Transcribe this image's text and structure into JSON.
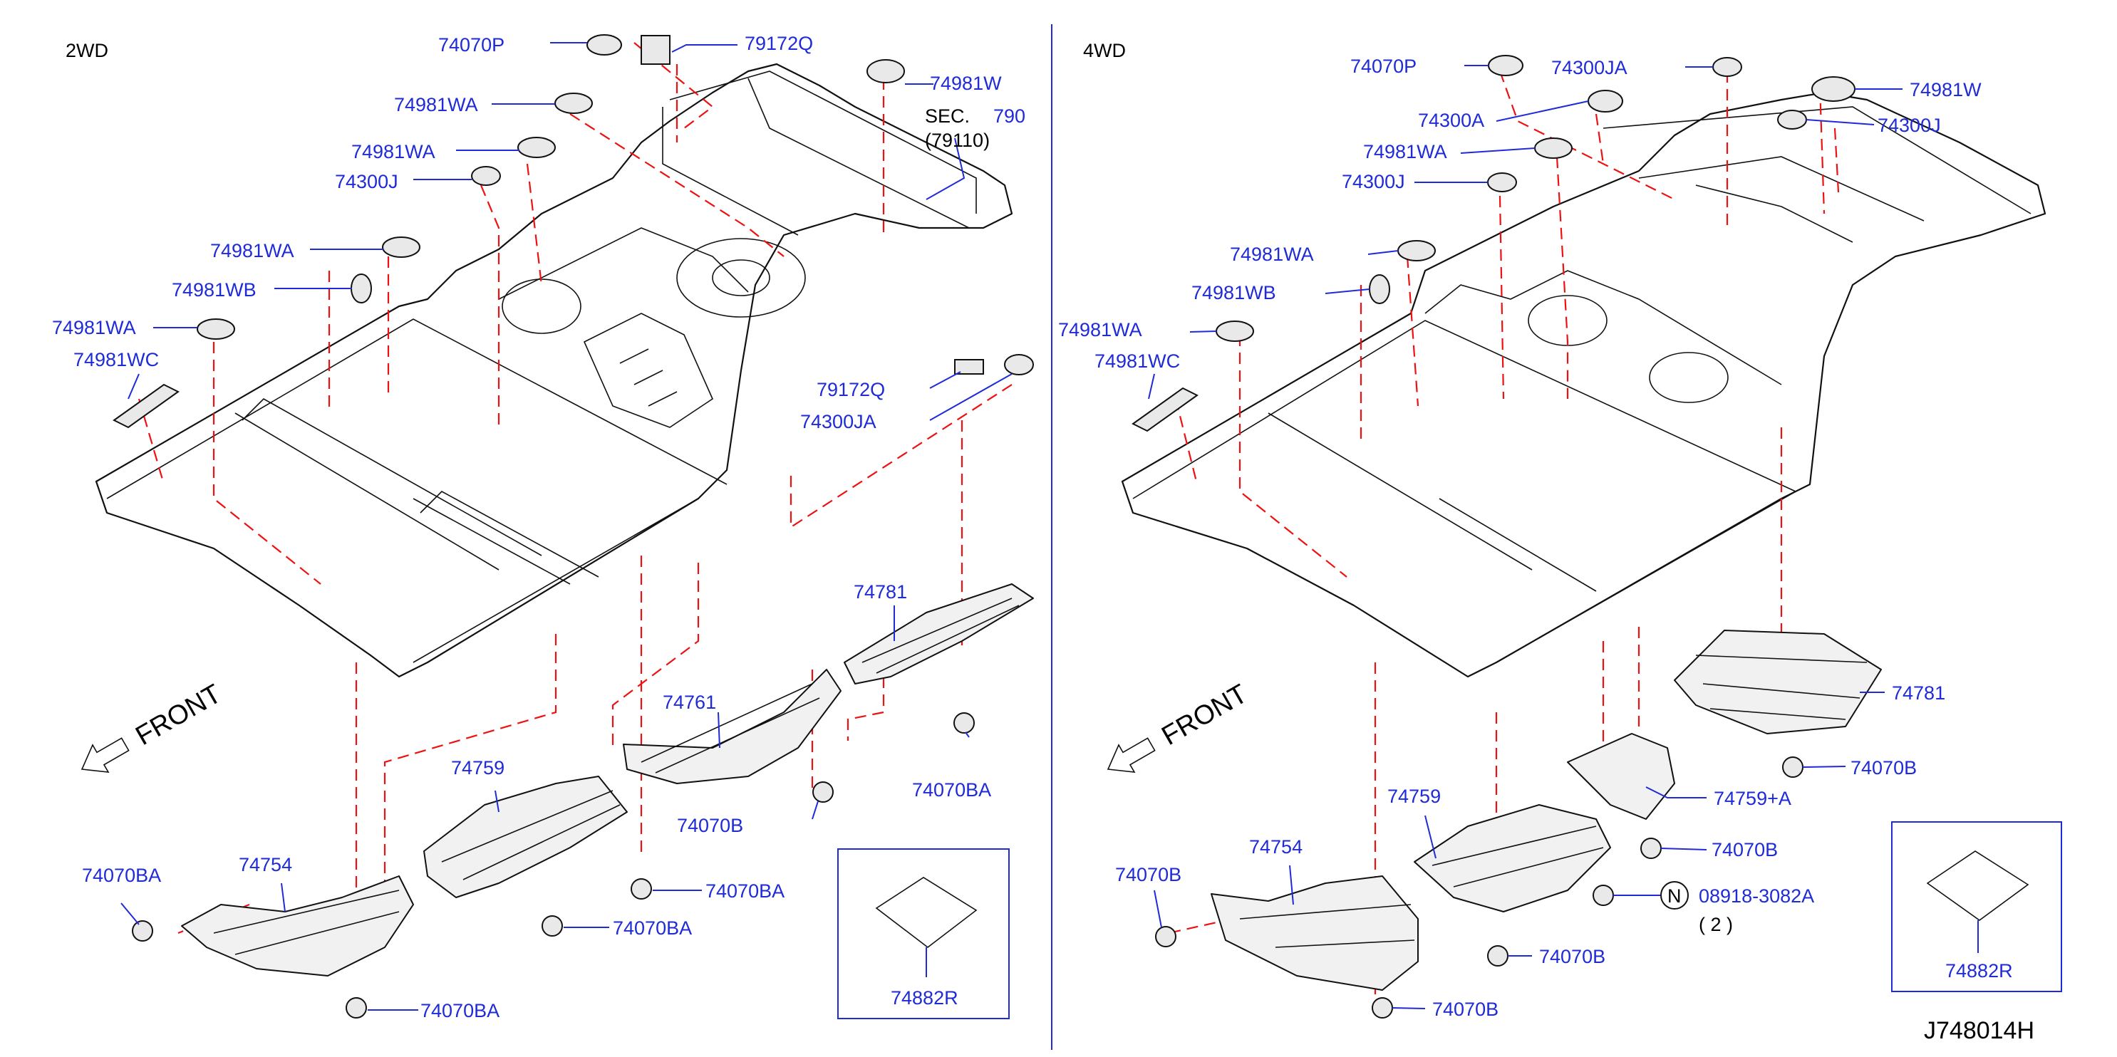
{
  "sections": {
    "left": {
      "title": "2WD",
      "labels": {
        "p74070P": "74070P",
        "p79172Q_top": "79172Q",
        "p74981W": "74981W",
        "p74981WA_1": "74981WA",
        "p74981WA_2": "74981WA",
        "p74300J": "74300J",
        "p74981WA_3": "74981WA",
        "p74981WB": "74981WB",
        "p74981WA_4": "74981WA",
        "p74981WC": "74981WC",
        "p79172Q_bot": "79172Q",
        "p74300JA": "74300JA",
        "p74781": "74781",
        "p74761": "74761",
        "p74759": "74759",
        "p74754": "74754",
        "p74070BA_1": "74070BA",
        "p74070BA_2": "74070BA",
        "p74070BA_3": "74070BA",
        "p74070BA_4": "74070BA",
        "p74070BA_5": "74070BA",
        "p74070B": "74070B",
        "p74882R": "74882R"
      },
      "sec_ref": {
        "prefix": "SEC.",
        "number": "790",
        "sub": "(79110)"
      },
      "front_label": "FRONT"
    },
    "right": {
      "title": "4WD",
      "labels": {
        "p74070P": "74070P",
        "p74300JA": "74300JA",
        "p74981W": "74981W",
        "p74300A": "74300A",
        "p74300J_top": "74300J",
        "p74981WA_1": "74981WA",
        "p74300J": "74300J",
        "p74981WA_2": "74981WA",
        "p74981WB": "74981WB",
        "p74981WA_3": "74981WA",
        "p74981WC": "74981WC",
        "p74781": "74781",
        "p74070B_1": "74070B",
        "p74759plus": "74759+A",
        "p74070B_2": "74070B",
        "p74759": "74759",
        "p74754": "74754",
        "p74070B_3": "74070B",
        "p74070B_4": "74070B",
        "p74070B_5": "74070B",
        "p08918": "08918-3082A",
        "qty": "( 2 )",
        "nut_symbol": "N",
        "p74882R": "74882R"
      },
      "front_label": "FRONT"
    }
  },
  "diagram_code": "J748014H",
  "colors": {
    "callout": "#1f2bd6",
    "dashed_leader": "#e11111",
    "outline": "#111111"
  }
}
